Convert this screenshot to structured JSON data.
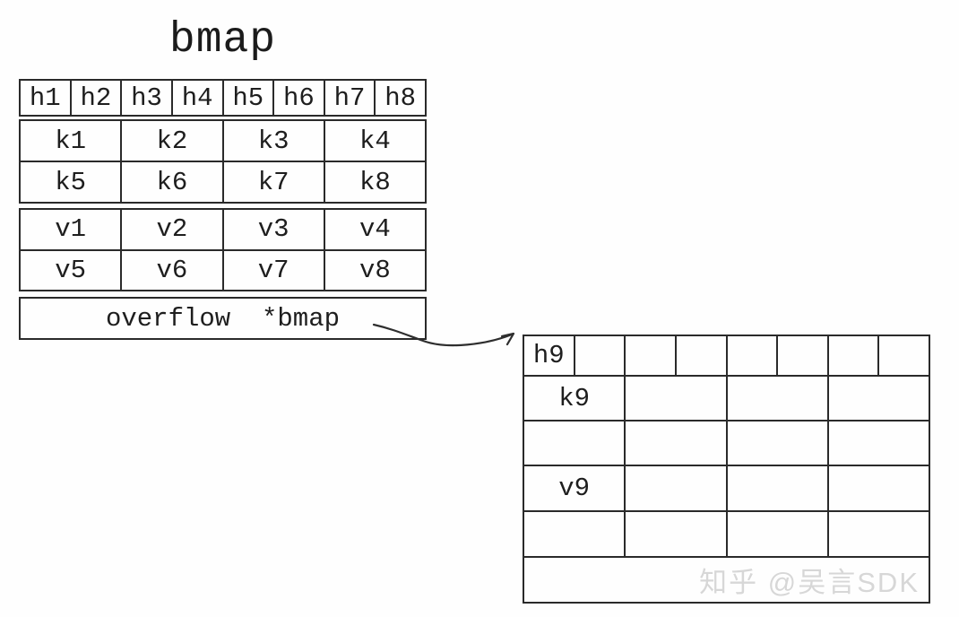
{
  "title": "bmap",
  "watermark": "知乎 @吴言SDK",
  "bucket1": {
    "tophash": [
      "h1",
      "h2",
      "h3",
      "h4",
      "h5",
      "h6",
      "h7",
      "h8"
    ],
    "keys": [
      [
        "k1",
        "k2",
        "k3",
        "k4"
      ],
      [
        "k5",
        "k6",
        "k7",
        "k8"
      ]
    ],
    "values": [
      [
        "v1",
        "v2",
        "v3",
        "v4"
      ],
      [
        "v5",
        "v6",
        "v7",
        "v8"
      ]
    ],
    "overflow_label": "overflow  *bmap"
  },
  "bucket2": {
    "tophash": [
      "h9",
      "",
      "",
      "",
      "",
      "",
      "",
      ""
    ],
    "keys": [
      [
        "k9",
        "",
        "",
        ""
      ],
      [
        "",
        "",
        "",
        ""
      ]
    ],
    "values": [
      [
        "v9",
        "",
        "",
        ""
      ],
      [
        "",
        "",
        "",
        ""
      ]
    ],
    "overflow_label": ""
  }
}
